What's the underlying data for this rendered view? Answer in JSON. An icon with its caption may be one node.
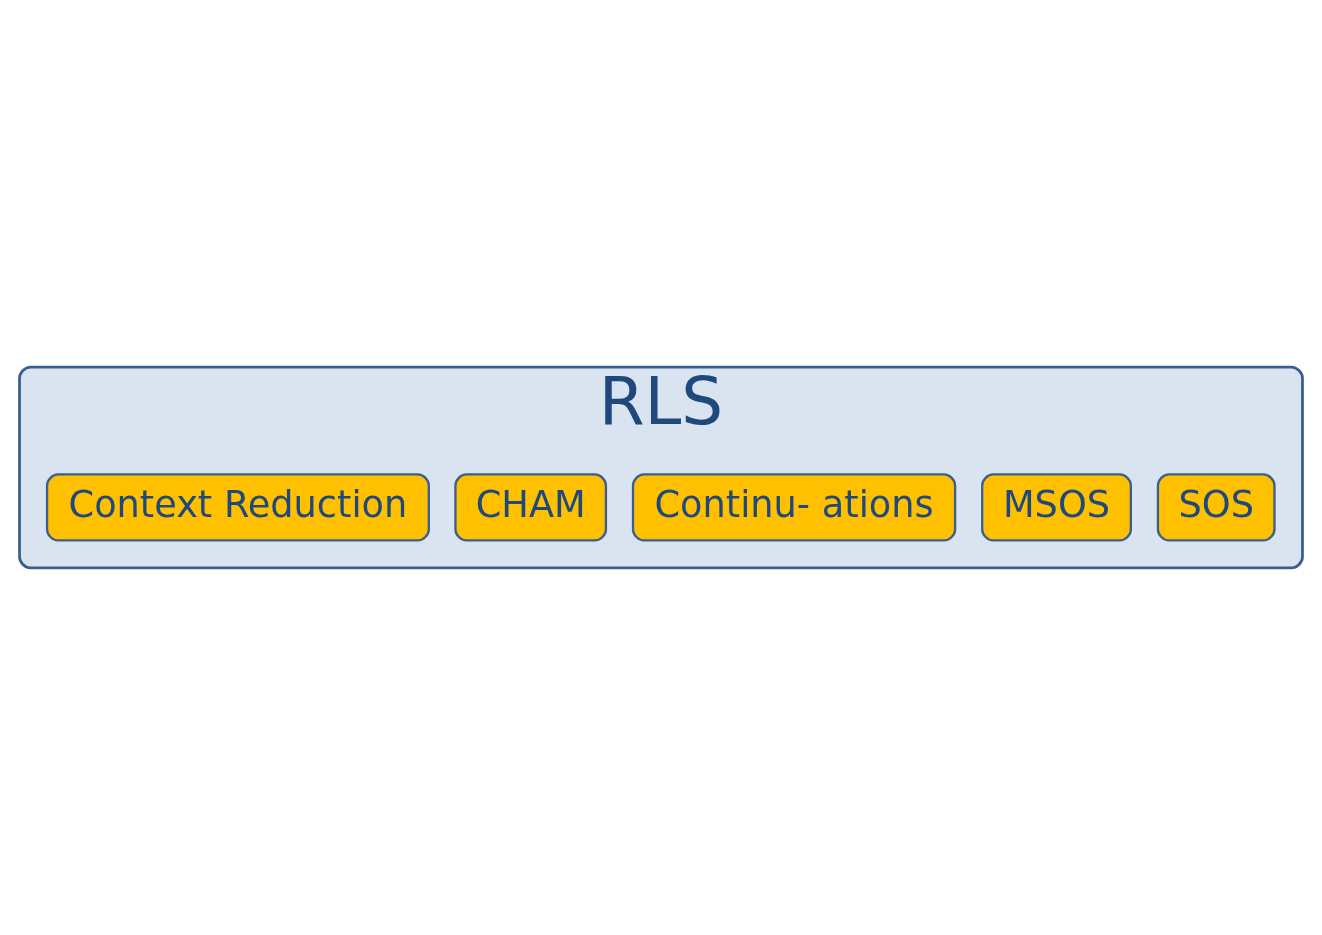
{
  "diagram": {
    "nodes": [
      {
        "text": [
          "RLS"
        ]
      },
      {
        "text": [
          "SOS"
        ],
        "in": 0
      },
      {
        "text": [
          "MSOS"
        ],
        "in": 0
      },
      {
        "text": [
          "Continu- ations"
        ],
        "in": 0
      },
      {
        "text": [
          "CHAM"
        ],
        "in": 0
      },
      {
        "text": [
          "Context Reduction"
        ],
        "in": 0
      }
    ]
  }
}
